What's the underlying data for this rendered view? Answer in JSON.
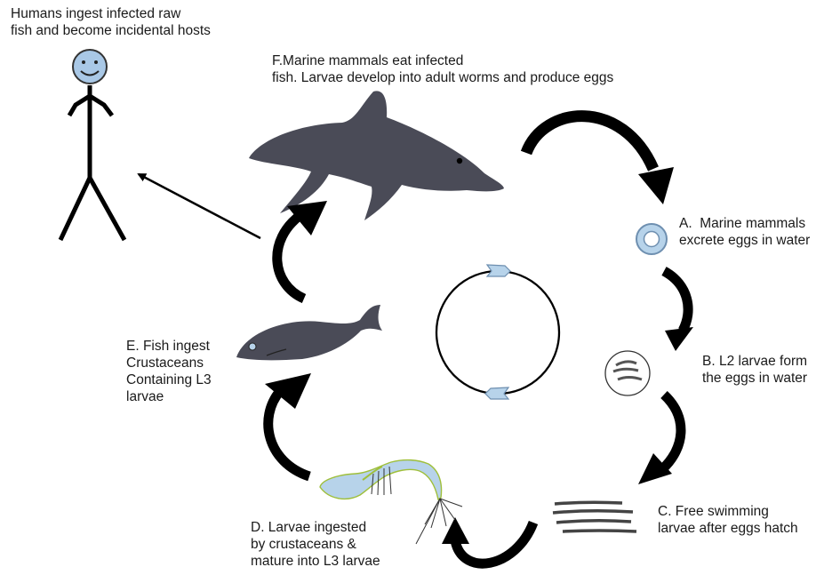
{
  "labels": {
    "humans": "Humans ingest infected raw\nfish and become incidental hosts",
    "f_stage": "F.Marine mammals eat infected\nfish. Larvae develop into adult worms and produce eggs",
    "a_stage": "A.  Marine mammals\nexcrete eggs in water",
    "b_stage": "B. L2 larvae form\nthe eggs in water",
    "c_stage": "C. Free swimming\nlarvae after eggs hatch",
    "d_stage": "D. Larvae ingested\nby crustaceans &\nmature into L3 larvae",
    "e_stage": "E. Fish ingest\nCrustaceans\nContaining L3\nlarvae"
  },
  "colors": {
    "animal_fill": "#4a4b57",
    "egg_fill": "#b7d3ea",
    "egg_stroke": "#6e8fb0",
    "arrow": "#000000"
  }
}
